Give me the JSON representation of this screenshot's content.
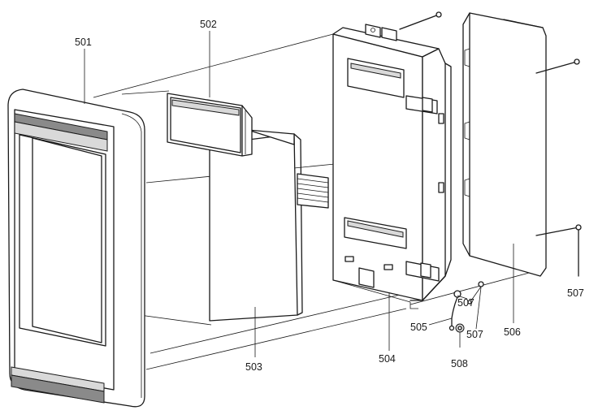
{
  "callouts": {
    "c501": "501",
    "c502": "502",
    "c503": "503",
    "c504": "504",
    "c505": "505",
    "c506": "506",
    "c507a": "507",
    "c507b": "507",
    "c507c": "507",
    "c508": "508"
  }
}
